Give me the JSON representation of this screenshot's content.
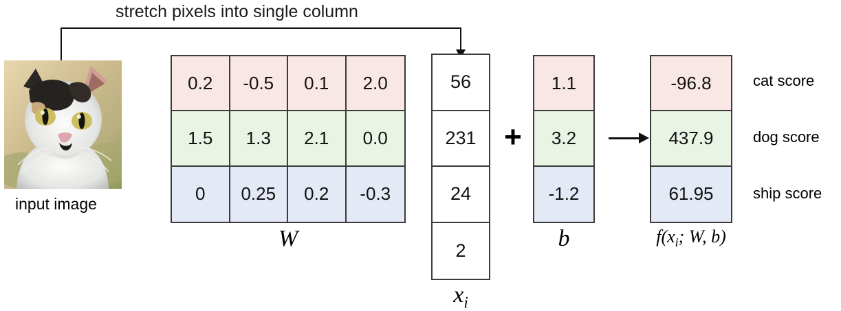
{
  "annotation": {
    "stretch_caption": "stretch pixels into single column"
  },
  "input": {
    "caption": "input image",
    "alt": "photo of a black and white cat"
  },
  "weights": {
    "label": "W",
    "rows": [
      {
        "klass": "cat",
        "values": [
          "0.2",
          "-0.5",
          "0.1",
          "2.0"
        ]
      },
      {
        "klass": "dog",
        "values": [
          "1.5",
          "1.3",
          "2.1",
          "0.0"
        ]
      },
      {
        "klass": "ship",
        "values": [
          "0",
          "0.25",
          "0.2",
          "-0.3"
        ]
      }
    ]
  },
  "x_vector": {
    "label_base": "x",
    "label_sub": "i",
    "values": [
      "56",
      "231",
      "24",
      "2"
    ]
  },
  "operator": {
    "plus": "+"
  },
  "bias": {
    "label": "b",
    "values": [
      "1.1",
      "3.2",
      "-1.2"
    ]
  },
  "scores": {
    "label_prefix": "f(x",
    "label_sub": "i",
    "label_suffix": "; W, b)",
    "values": [
      "-96.8",
      "437.9",
      "61.95"
    ],
    "names": [
      "cat score",
      "dog score",
      "ship score"
    ]
  },
  "colors": {
    "cat_row": "#f9e7e5",
    "dog_row": "#e9f4e5",
    "ship_row": "#e4e9f6",
    "border": "#3a3a3a",
    "text": "#111111",
    "background": "#ffffff"
  }
}
